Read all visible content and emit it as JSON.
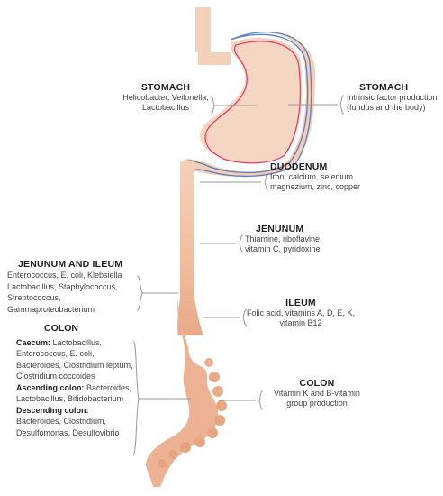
{
  "left": {
    "stomach": {
      "title": "STOMACH",
      "text": "Helicobacter, Veilonella,\nLactobacillus"
    },
    "jejunum_ileum": {
      "title": "JENUNUM AND ILEUM",
      "text": "Enterococcus, E. coli, Klebsiella\nLactobacillus, Staphylococcus,\nStreptococcus, Gammaproteobacterium"
    },
    "colon": {
      "title": "COLON",
      "caecum_label": "Caecum:",
      "caecum_text": " Lactobacillus, Enterococcus, E. coli, Bacteroides, Clostridium leptum, Clostridium coccoides",
      "ascending_label": "Ascending colon:",
      "ascending_text": " Bacteroides, Lactobacillus, Bifidobacterium",
      "descending_label": "Descending colon:",
      "descending_text": " Bacteroides, Clostridium, Desulfomonas, Desulfovibrio"
    }
  },
  "right": {
    "stomach": {
      "title": "STOMACH",
      "text": "Intrinsic factor production\n(fundus and the body)"
    },
    "duodenum": {
      "title": "DUODENUM",
      "text": "Iron, calcium, selenium\nmagnezium, zinc, copper"
    },
    "jejunum": {
      "title": "JENUNUM",
      "text": "Thiamine, riboflavine,\nvitamin C, pyridoxine"
    },
    "ileum": {
      "title": "ILEUM",
      "text": "Folic acid, vitamins A, D, E, K,\nvitamin B12"
    },
    "colon": {
      "title": "COLON",
      "text": "Vitamin K and B-vitamin\ngroup production"
    }
  },
  "colors": {
    "tract_fill": "#f0c4a8",
    "tract_dark": "#e9a585",
    "stomach_inner": "#f5d3bd",
    "outline_blue": "#5b7fc4",
    "outline_red": "#e0436a",
    "pointer_line": "#9a9a9a"
  }
}
